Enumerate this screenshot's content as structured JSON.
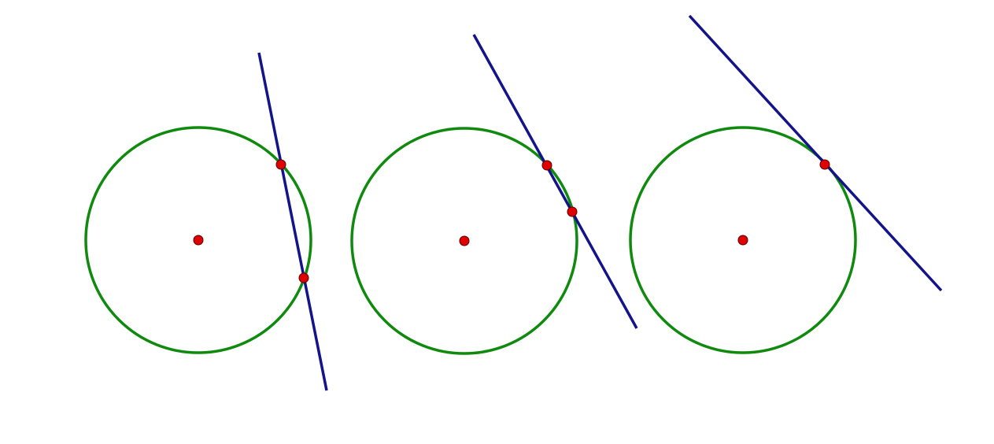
{
  "colors": {
    "circle": "#0f8a0f",
    "line": "#13138a",
    "point": "#e00000",
    "background": "#ffffff"
  },
  "panels": [
    {
      "case": "secant",
      "intersection_count": 2
    },
    {
      "case": "secant",
      "intersection_count": 2
    },
    {
      "case": "tangent",
      "intersection_count": 1
    }
  ]
}
